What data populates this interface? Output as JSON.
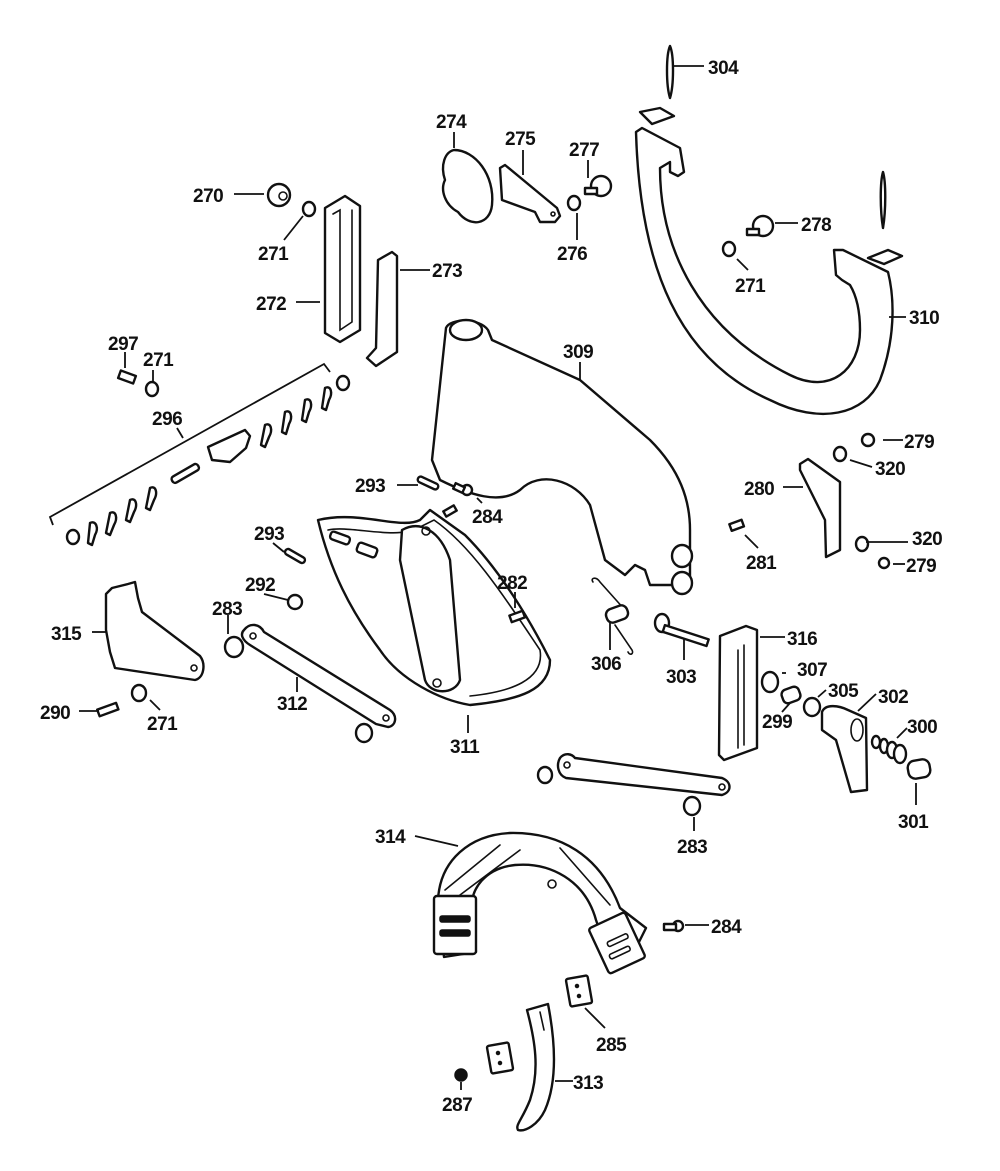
{
  "diagram": {
    "type": "exploded-parts-view",
    "labels": {
      "p270": "270",
      "p271a": "271",
      "p271b": "271",
      "p271c": "271",
      "p271d": "271",
      "p272": "272",
      "p273": "273",
      "p274": "274",
      "p275": "275",
      "p276": "276",
      "p277": "277",
      "p278": "278",
      "p279a": "279",
      "p279b": "279",
      "p280": "280",
      "p281": "281",
      "p282": "282",
      "p283a": "283",
      "p283b": "283",
      "p284a": "284",
      "p284b": "284",
      "p285": "285",
      "p287": "287",
      "p290": "290",
      "p292": "292",
      "p293a": "293",
      "p293b": "293",
      "p296": "296",
      "p297": "297",
      "p299": "299",
      "p300": "300",
      "p301": "301",
      "p302": "302",
      "p303": "303",
      "p304": "304",
      "p305": "305",
      "p306": "306",
      "p307": "307",
      "p309": "309",
      "p310": "310",
      "p311": "311",
      "p312": "312",
      "p313": "313",
      "p314": "314",
      "p315": "315",
      "p316": "316",
      "p320a": "320",
      "p320b": "320"
    }
  }
}
